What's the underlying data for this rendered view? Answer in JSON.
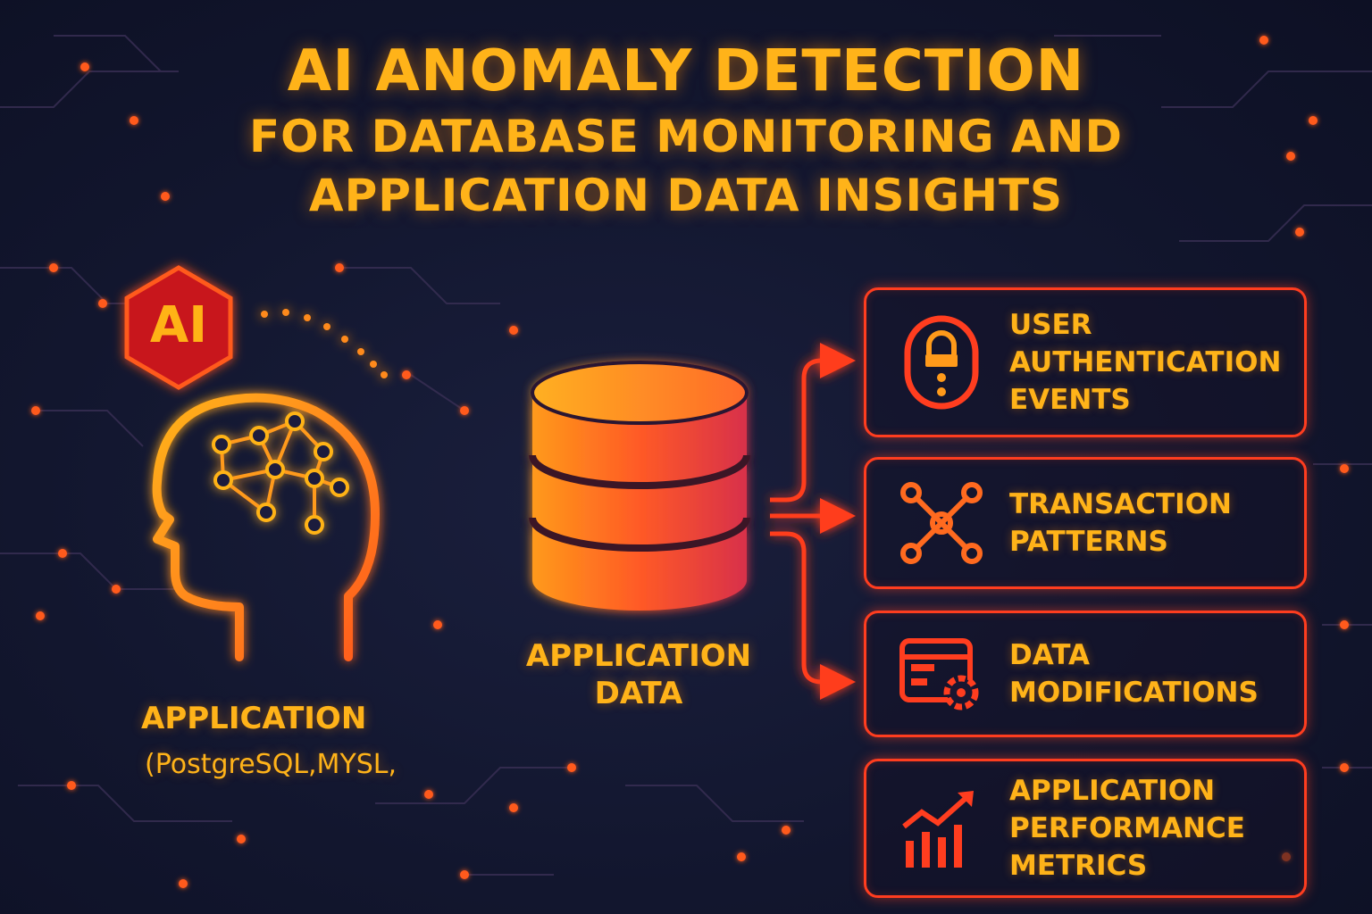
{
  "title": {
    "line1": "AI ANOMALY DETECTION",
    "line2": "FOR DATABASE MONITORING AND",
    "line3": "APPLICATION DATA INSIGHTS"
  },
  "badge": {
    "text": "AI"
  },
  "source": {
    "label": "APPLICATION",
    "sublabel": "(PostgreSQL,MYSL,"
  },
  "database": {
    "label_line1": "APPLICATION",
    "label_line2": "DATA"
  },
  "outputs": [
    {
      "icon": "lock-icon",
      "lines": [
        "USER",
        "AUTHENTICATION",
        "EVENTS"
      ]
    },
    {
      "icon": "network-icon",
      "lines": [
        "TRANSACTION",
        "PATTERNS"
      ]
    },
    {
      "icon": "data-settings-icon",
      "lines": [
        "DATA",
        "MODIFICATIONS"
      ]
    },
    {
      "icon": "chart-growth-icon",
      "lines": [
        "APPLICATION",
        "PERFORMANCE",
        "METRICS"
      ]
    }
  ],
  "colors": {
    "accent": "#ffb319",
    "primary": "#ff3d1f",
    "background": "#12162e"
  }
}
